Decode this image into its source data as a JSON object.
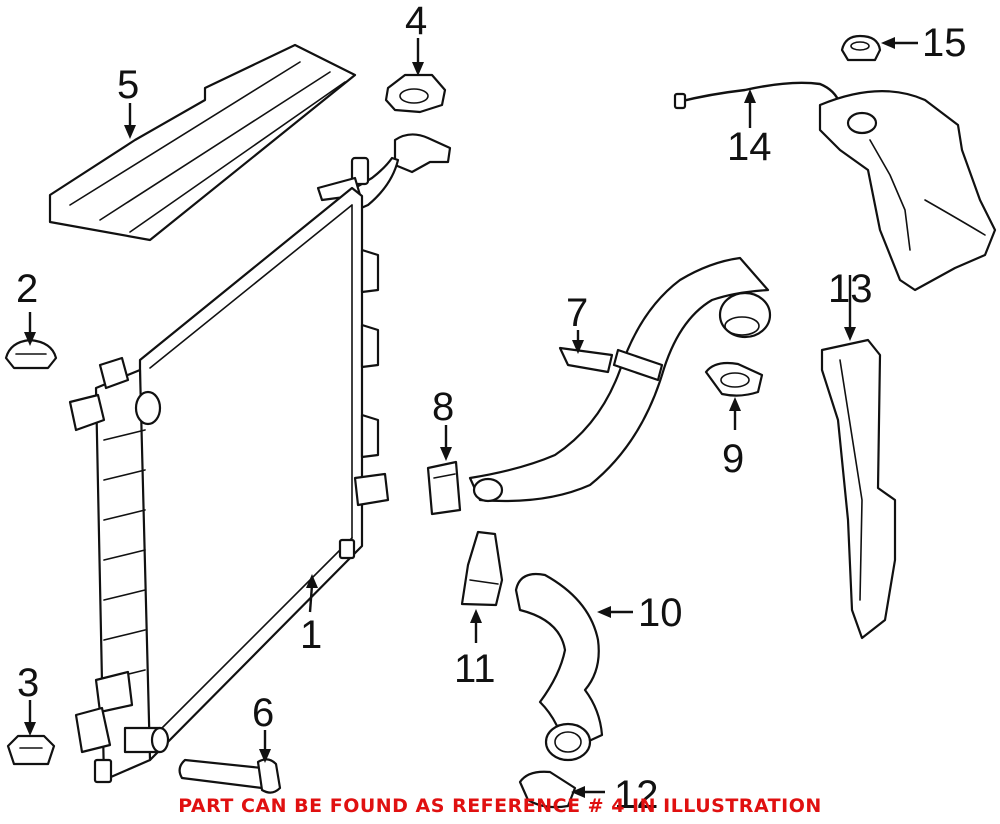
{
  "callouts": {
    "c1": "1",
    "c2": "2",
    "c3": "3",
    "c4": "4",
    "c5": "5",
    "c6": "6",
    "c7": "7",
    "c8": "8",
    "c9": "9",
    "c10": "10",
    "c11": "11",
    "c12": "12",
    "c13": "13",
    "c14": "14",
    "c15": "15"
  },
  "note": "PART CAN BE FOUND AS REFERENCE # 4 IN ILLUSTRATION",
  "colors": {
    "line": "#111111",
    "note": "#e01010",
    "background": "#ffffff"
  }
}
